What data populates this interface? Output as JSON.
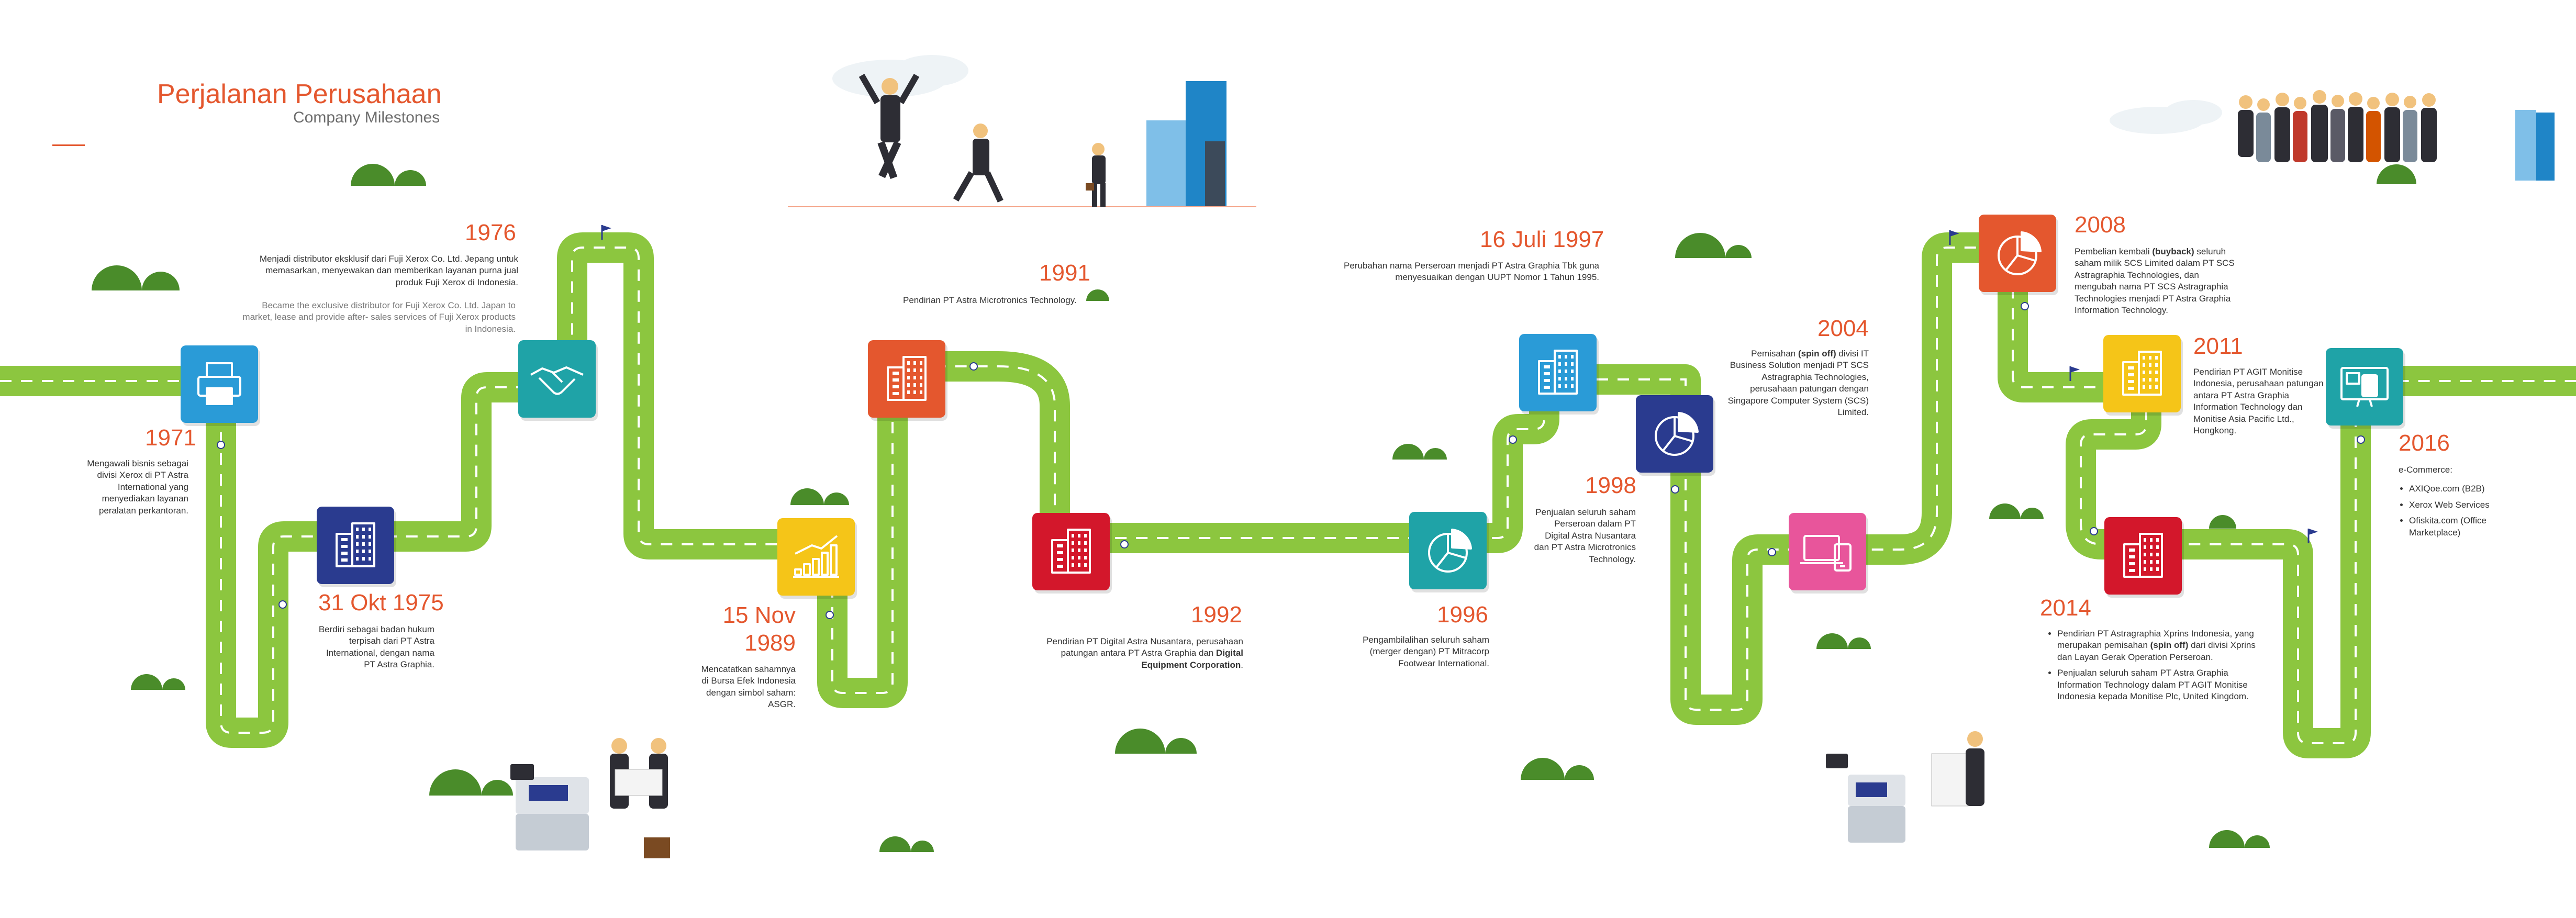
{
  "header": {
    "title": "Perjalanan Perusahaan",
    "subtitle": "Company Milestones"
  },
  "colors": {
    "road": "#8cc63f",
    "road_dash": "#ffffff",
    "year_text": "#e4572e",
    "bush": "#4a8c2a"
  },
  "milestones": [
    {
      "id": "m1971",
      "year": "1971",
      "icon": "printer-icon",
      "color": "#2a9bd7",
      "text": "Mengawali bisnis sebagai divisi Xerox di PT Astra International yang menyediakan layanan peralatan perkantoran."
    },
    {
      "id": "m1975",
      "year": "31 Okt 1975",
      "icon": "building-icon",
      "color": "#2a3b8f",
      "text": "Berdiri sebagai badan hukum terpisah dari PT Astra International, dengan nama PT Astra Graphia."
    },
    {
      "id": "m1976",
      "year": "1976",
      "icon": "handshake-icon",
      "color": "#1fa3a7",
      "text": "Menjadi distributor eksklusif dari Fuji Xerox Co. Ltd. Jepang untuk memasarkan, menyewakan dan memberikan layanan purna jual produk Fuji Xerox di Indonesia.",
      "text_en": "Became the exclusive distributor for Fuji Xerox Co. Ltd. Japan to market, lease and provide after- sales services of Fuji Xerox products in Indonesia."
    },
    {
      "id": "m1989",
      "year": "15 Nov 1989",
      "icon": "bar-chart-icon",
      "color": "#f5c518",
      "text": "Mencatatkan sahamnya di Bursa Efek Indonesia dengan simbol saham: ASGR."
    },
    {
      "id": "m1991",
      "year": "1991",
      "icon": "building-icon",
      "color": "#e4572e",
      "text": "Pendirian PT Astra Microtronics Technology."
    },
    {
      "id": "m1992",
      "year": "1992",
      "icon": "building-icon",
      "color": "#d3172b",
      "text_prefix": "Pendirian PT Digital Astra Nusantara, perusahaan patungan antara PT Astra Graphia dan ",
      "text_bold": "Digital Equipment Corporation",
      "text_suffix": "."
    },
    {
      "id": "m1996",
      "year": "1996",
      "icon": "pie-chart-icon",
      "color": "#1fa3a7",
      "text": "Pengambilalihan seluruh saham (merger dengan) PT Mitracorp Footwear International."
    },
    {
      "id": "m1997",
      "year": "16 Juli 1997",
      "icon": "building-icon",
      "color": "#2a9bd7",
      "text": "Perubahan nama Perseroan menjadi PT Astra Graphia Tbk guna menyesuaikan dengan UUPT Nomor 1 Tahun 1995."
    },
    {
      "id": "m1998",
      "year": "1998",
      "icon": "pie-chart-icon",
      "color": "#2a3b8f",
      "text": "Penjualan seluruh saham Perseroan dalam PT Digital Astra Nusantara dan PT Astra Microtronics Technology."
    },
    {
      "id": "m2004",
      "year": "2004",
      "icon": "devices-icon",
      "color": "#e8559b",
      "text_prefix": "Pemisahan ",
      "text_bold": "(spin off)",
      "text_suffix": " divisi IT Business Solution menjadi PT SCS Astragraphia Technologies, perusahaan patungan dengan Singapore Computer System (SCS) Limited."
    },
    {
      "id": "m2008",
      "year": "2008",
      "icon": "pie-chart-icon",
      "color": "#e4572e",
      "text_prefix": "Pembelian kembali ",
      "text_bold": "(buyback)",
      "text_suffix": " seluruh saham milik SCS Limited dalam PT SCS Astragraphia Technologies, dan mengubah nama PT SCS Astragraphia Technologies menjadi PT Astra Graphia Information Technology."
    },
    {
      "id": "m2011",
      "year": "2011",
      "icon": "building-icon",
      "color": "#f5c518",
      "text": "Pendirian PT AGIT Monitise Indonesia, perusahaan patungan antara PT Astra Graphia Information Technology dan Monitise Asia Pacific Ltd., Hongkong."
    },
    {
      "id": "m2014",
      "year": "2014",
      "icon": "building-icon",
      "color": "#d3172b",
      "bullets": [
        {
          "prefix": "Pendirian PT Astragraphia Xprins Indonesia, yang merupakan pemisahan ",
          "bold": "(spin off)",
          "suffix": " dari divisi Xprins dan Layan Gerak Operation Perseroan."
        },
        {
          "prefix": "Penjualan seluruh saham PT Astra Graphia Information Technology dalam PT AGIT Monitise Indonesia kepada Monitise Plc, United Kingdom.",
          "bold": "",
          "suffix": ""
        }
      ]
    },
    {
      "id": "m2016",
      "year": "2016",
      "icon": "ecommerce-icon",
      "color": "#1fa3a7",
      "label": "e-Commerce:",
      "items": [
        "AXIQoe.com (B2B)",
        "Xerox Web Services",
        "Ofiskita.com (Office Marketplace)"
      ]
    }
  ]
}
